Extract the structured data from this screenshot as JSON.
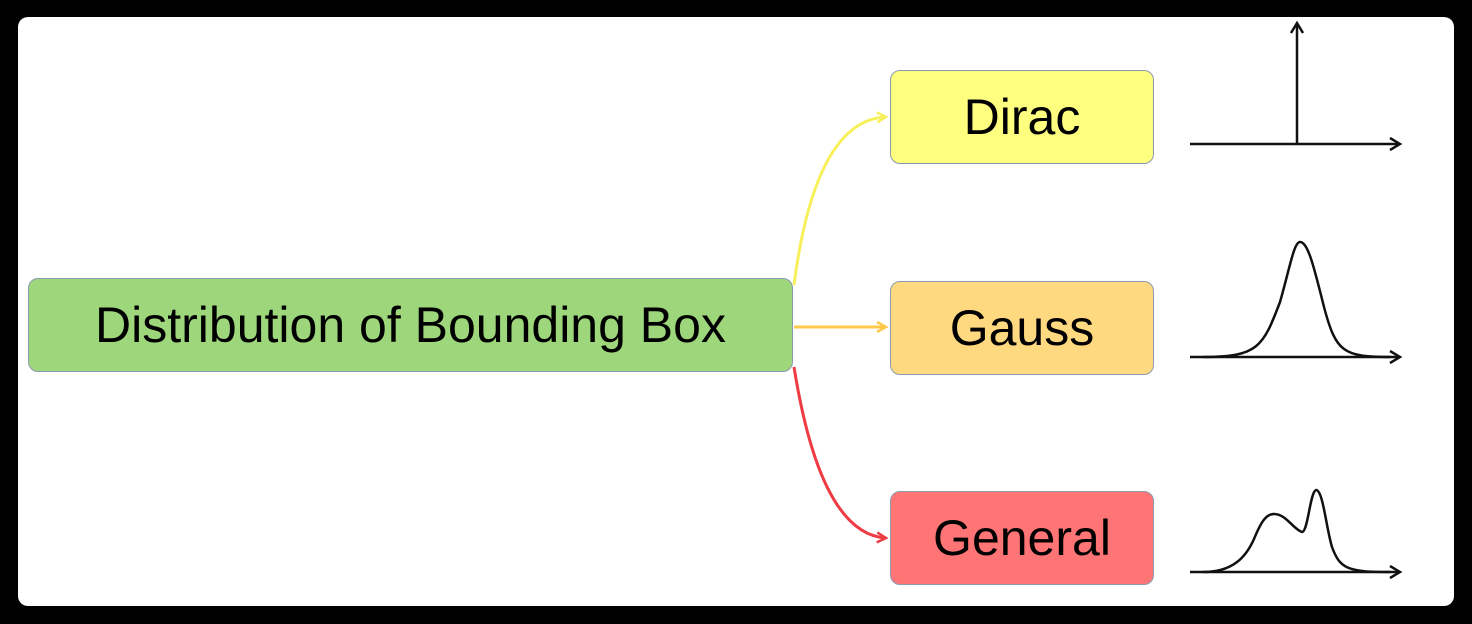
{
  "root": {
    "label": "Distribution of Bounding Box",
    "color": "#9ed67c"
  },
  "branches": [
    {
      "label": "Dirac",
      "color": "#ffff7f",
      "edge_color": "#f7f05a",
      "glyph": "dirac-delta"
    },
    {
      "label": "Gauss",
      "color": "#ffd97f",
      "edge_color": "#ffc84a",
      "glyph": "gaussian-curve"
    },
    {
      "label": "General",
      "color": "#ff7575",
      "edge_color": "#ee3b44",
      "glyph": "bimodal-curve"
    }
  ]
}
